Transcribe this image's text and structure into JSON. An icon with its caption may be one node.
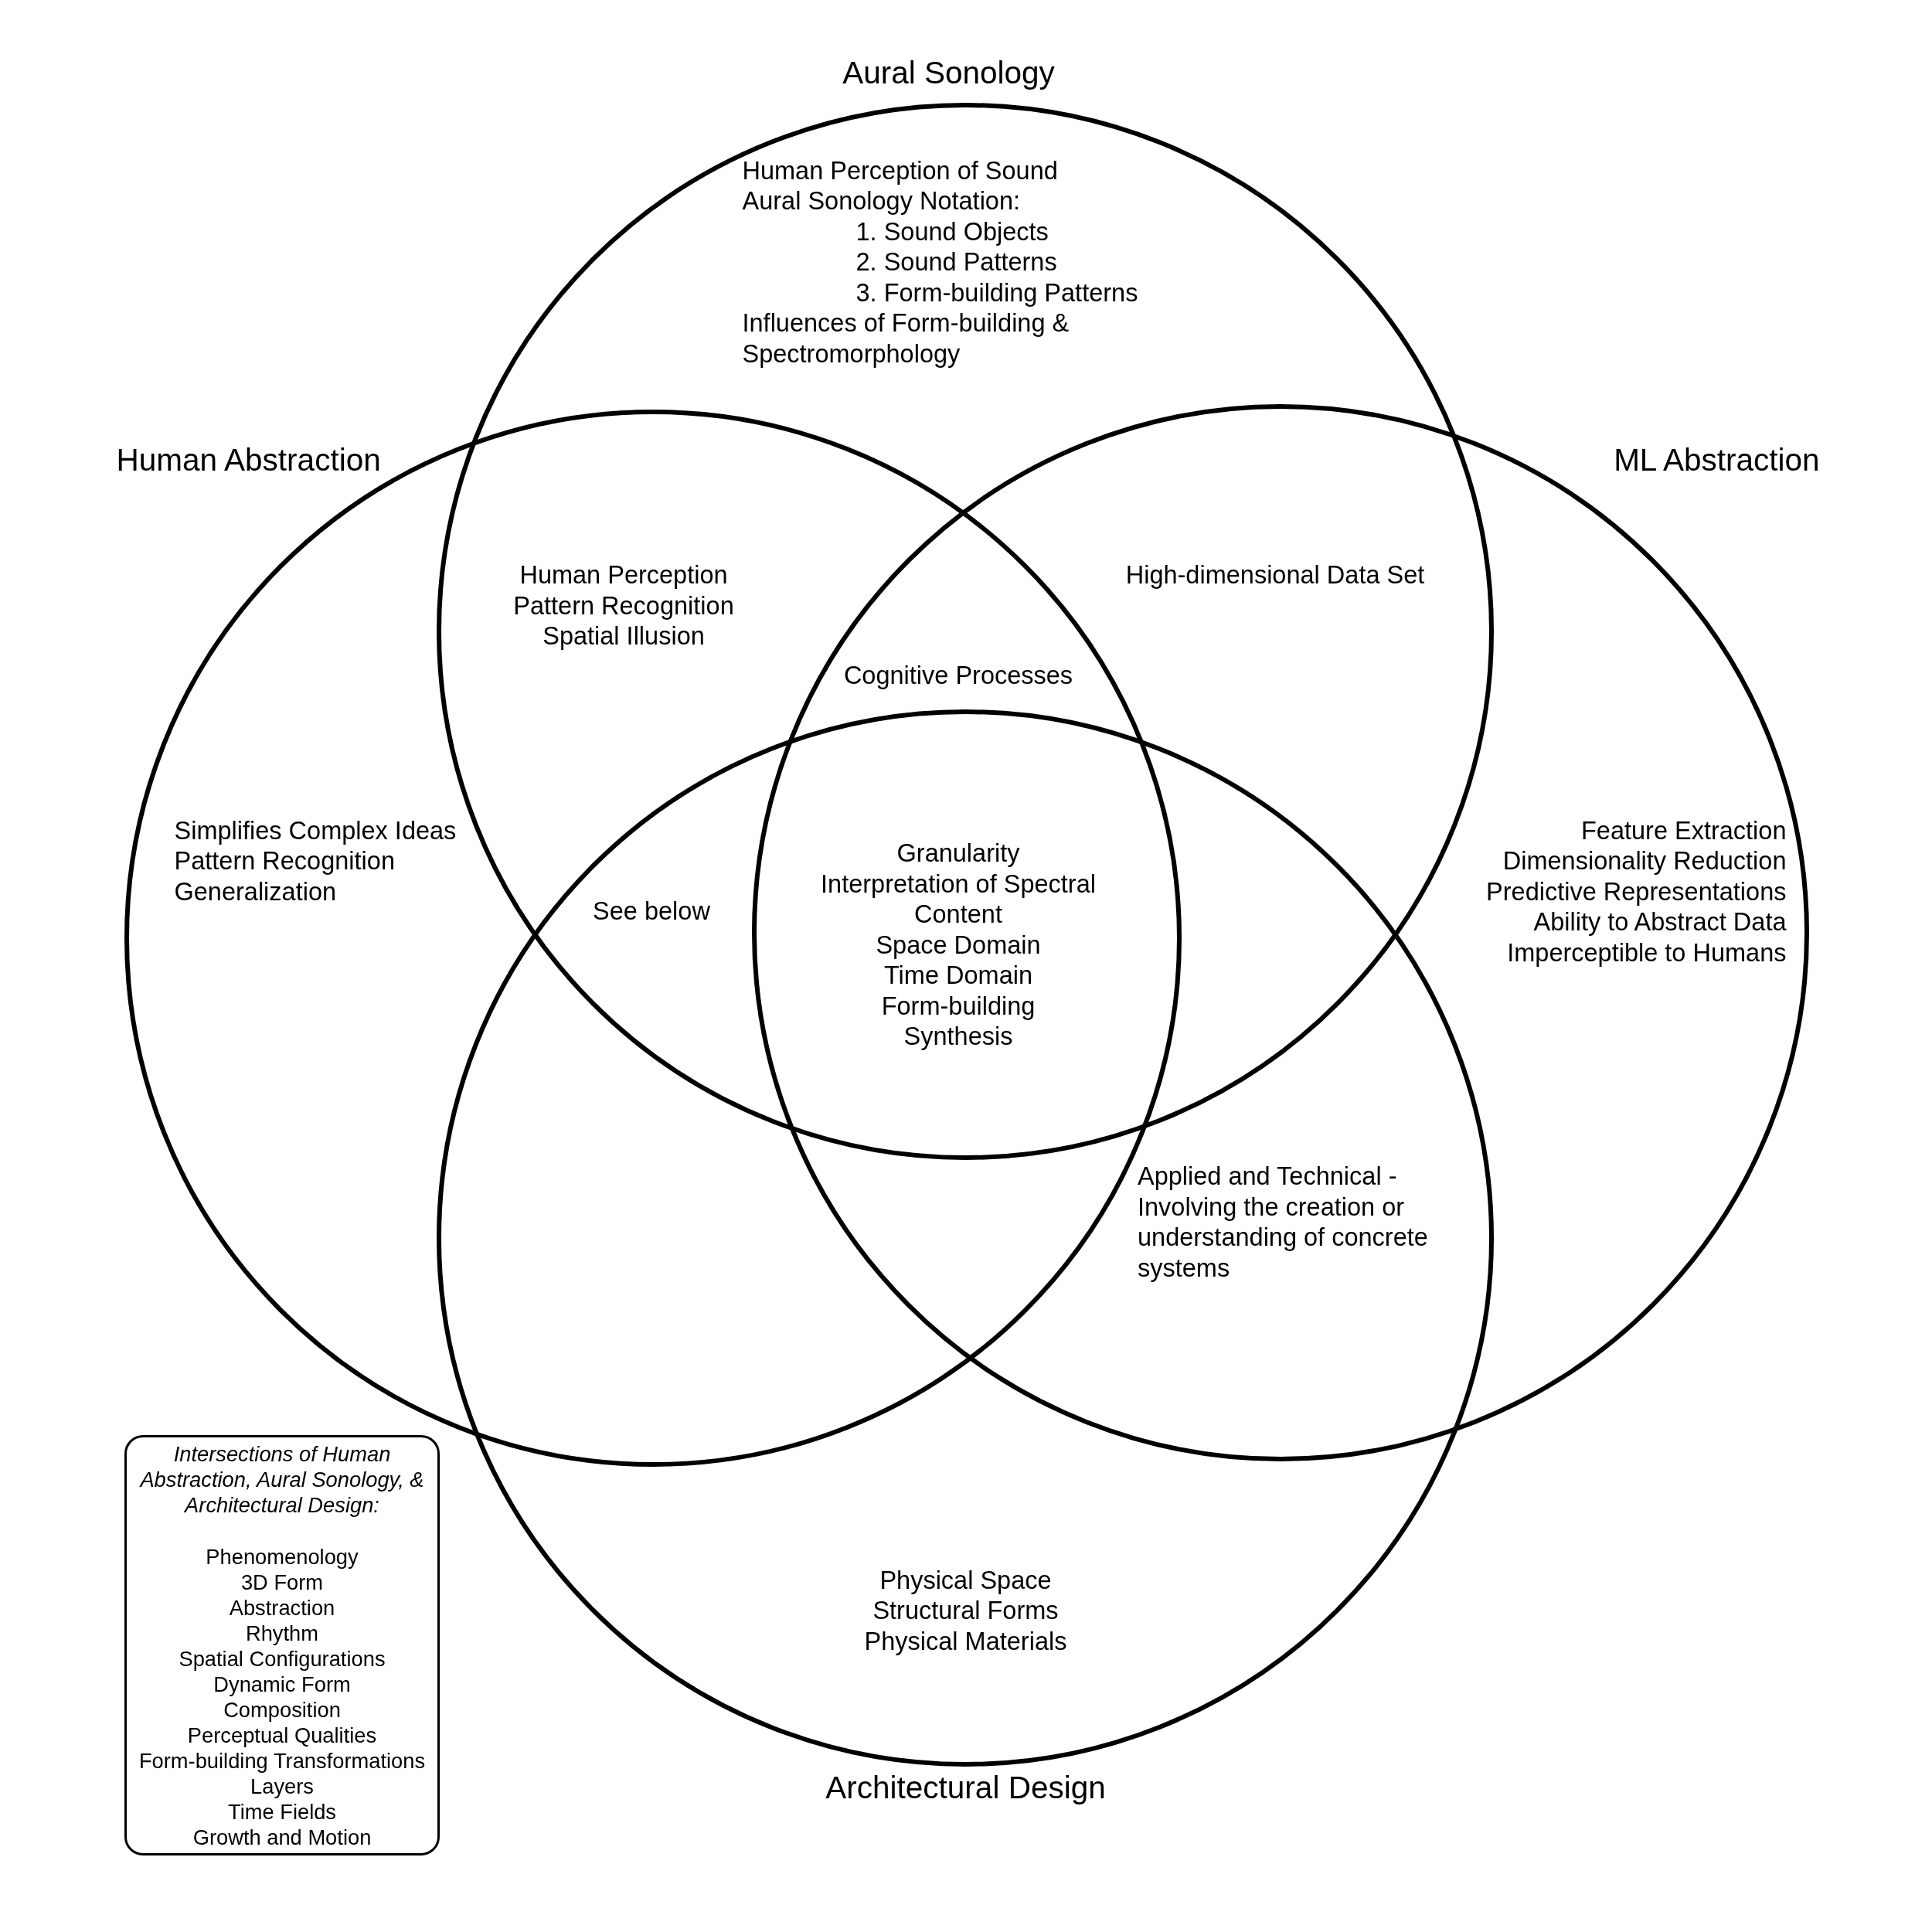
{
  "diagram": {
    "nodes": [
      {
        "text": [
          "Aural Sonology",
          "Human Perception of Sound",
          "Aural Sonology Notation:",
          "1. Sound Objects",
          "2. Sound Patterns",
          "3. Form-building Patterns",
          "Influences of Form-building & Spectromorphology"
        ]
      },
      {
        "text": [
          "Human Abstraction",
          "Simplifies Complex Ideas",
          "Pattern Recognition",
          "Generalization"
        ]
      },
      {
        "text": [
          "ML Abstraction",
          "Feature Extraction",
          "Dimensionality Reduction",
          "Predictive Representations",
          "Ability to Abstract Data Imperceptible to Humans"
        ]
      },
      {
        "text": [
          "Physical Space",
          "Structural Forms",
          "Physical Materials",
          "Architectural Design"
        ]
      },
      {
        "text": [
          "Intersections of Human Abstraction, Aural Sonology, & Architectural Design:",
          "Phenomenology",
          "3D Form",
          "Abstraction",
          "Rhythm",
          "Spatial Configurations",
          "Dynamic Form",
          "Composition",
          "Perceptual Qualities",
          "Form-building Transformations",
          "Layers",
          "Time Fields",
          "Growth and Motion"
        ]
      }
    ],
    "labels": [
      "Human Perception",
      "Pattern Recognition",
      "Spatial Illusion",
      "High-dimensional Data Set",
      "Cognitive Processes",
      "Granularity",
      "Interpretation of Spectral Content",
      "Space Domain",
      "Time Domain",
      "Form-building",
      "Synthesis",
      "See below",
      "Applied and Technical - Involving the creation or understanding of concrete systems"
    ]
  }
}
